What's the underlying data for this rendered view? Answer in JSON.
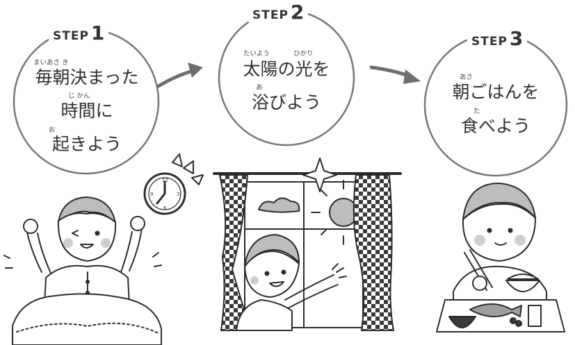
{
  "steps": [
    {
      "word": "STEP",
      "number": "1",
      "furigana": [
        "まいあさ き",
        "じ かん",
        "お"
      ],
      "lines": [
        "毎朝決まった",
        "時間に",
        "起きよう"
      ]
    },
    {
      "word": "STEP",
      "number": "2",
      "furigana": [
        "たいよう",
        "ひかり",
        "あ"
      ],
      "lines": [
        "太陽の光を",
        "浴びよう"
      ]
    },
    {
      "word": "STEP",
      "number": "3",
      "furigana": [
        "あさ",
        "た"
      ],
      "lines": [
        "朝ごはんを",
        "食べよう"
      ]
    }
  ],
  "icons": {
    "arrow_1": "right-arrow-icon",
    "arrow_2": "right-arrow-icon",
    "scene_1": "waking-up-illustration",
    "scene_2": "window-sunlight-illustration",
    "scene_3": "breakfast-illustration"
  },
  "colors": {
    "ink": "#2b2b2b",
    "circle_stroke": "#777777",
    "arrow": "#6e6e6e",
    "shade": "#bdbdbd"
  }
}
